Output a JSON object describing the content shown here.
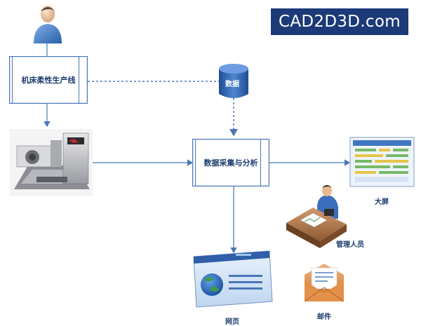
{
  "watermark": "CAD2D3D.com",
  "nodes": {
    "production_line": "机床柔性生产线",
    "database": "数据",
    "analysis": "数据采集与分析",
    "big_screen": "大屏",
    "manager": "管理人员",
    "webpage": "网页",
    "email": "邮件"
  },
  "colors": {
    "line": "#4a76b8",
    "box_border": "#4a76b8",
    "watermark_bg": "#1c3a78"
  }
}
